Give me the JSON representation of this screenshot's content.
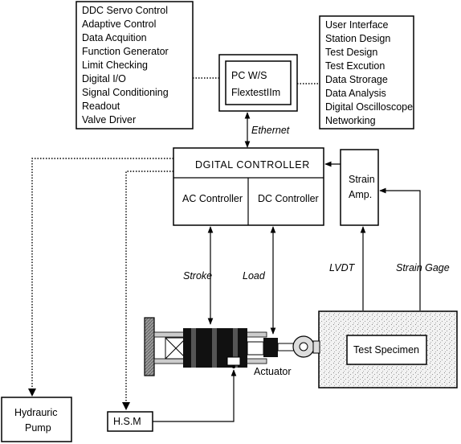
{
  "servo_box": {
    "items": [
      "DDC Servo Control",
      "Adaptive Control",
      "Data Acquition",
      "Function Generator",
      "Limit Checking",
      "Digital I/O",
      "Signal Conditioning",
      "Readout",
      "Valve Driver"
    ]
  },
  "software_box": {
    "items": [
      "User Interface",
      "Station Design",
      "Test Design",
      "Test Excution",
      "Data Strorage",
      "Data Analysis",
      "Digital Oscilloscope",
      "Networking"
    ]
  },
  "pc": {
    "line1": "PC W/S",
    "line2": "FlextestIIm"
  },
  "ethernet_label": "Ethernet",
  "digital_controller": {
    "title": "DGITAL  CONTROLLER",
    "ac": "AC Controller",
    "dc": "DC Controller"
  },
  "strain_amp": {
    "line1": "Strain",
    "line2": "Amp."
  },
  "signals": {
    "stroke": "Stroke",
    "load": "Load",
    "lvdt": "LVDT",
    "strain_gage": "Strain Gage"
  },
  "actuator_label": "Actuator",
  "test_specimen": "Test Specimen",
  "hsm": "H.S.M",
  "pump": {
    "line1": "Hydrauric",
    "line2": "Pump"
  }
}
